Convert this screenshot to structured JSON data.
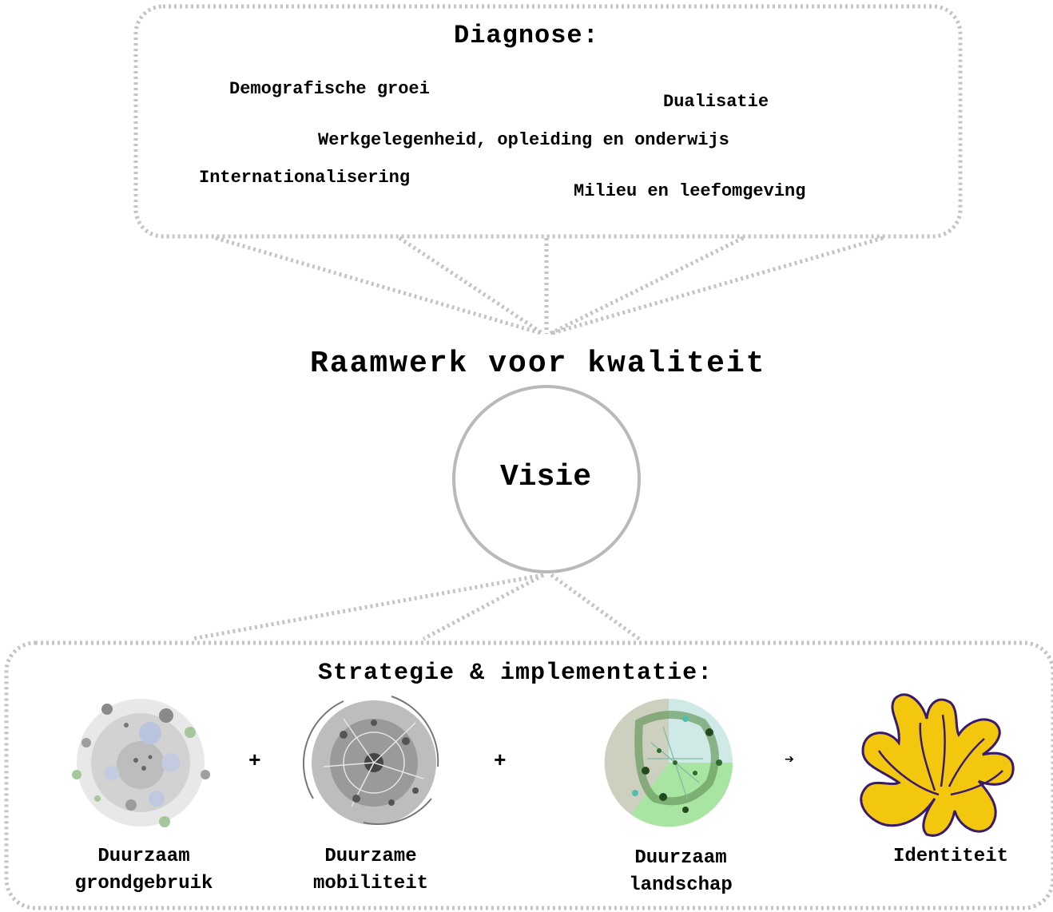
{
  "diagnose": {
    "title": "Diagnose:",
    "items": [
      "Demografische groei",
      "Dualisatie",
      "Werkgelegenheid, opleiding en onderwijs",
      "Internationalisering",
      "Milieu en leefomgeving"
    ]
  },
  "framework": {
    "title": "Raamwerk voor kwaliteit",
    "center": "Visie"
  },
  "strategy": {
    "title": "Strategie & implementatie:",
    "items": [
      {
        "line1": "Duurzaam",
        "line2": "grondgebruik",
        "icon": "land-use-circle-icon"
      },
      {
        "line1": "Duurzame",
        "line2": "mobiliteit",
        "icon": "mobility-circle-icon"
      },
      {
        "line1": "Duurzaam",
        "line2": "landschap",
        "icon": "landscape-circle-icon"
      },
      {
        "line1": "Identiteit",
        "line2": "",
        "icon": "identity-blob-icon"
      }
    ],
    "operators": [
      "+",
      "+",
      "➔"
    ]
  },
  "colors": {
    "dotted_border": "#c4c4c4",
    "visie_ring": "#b9b9b9",
    "identity_fill": "#f4c70f",
    "identity_outline": "#3a1a6e",
    "landscape_green": "#8fd68a"
  }
}
